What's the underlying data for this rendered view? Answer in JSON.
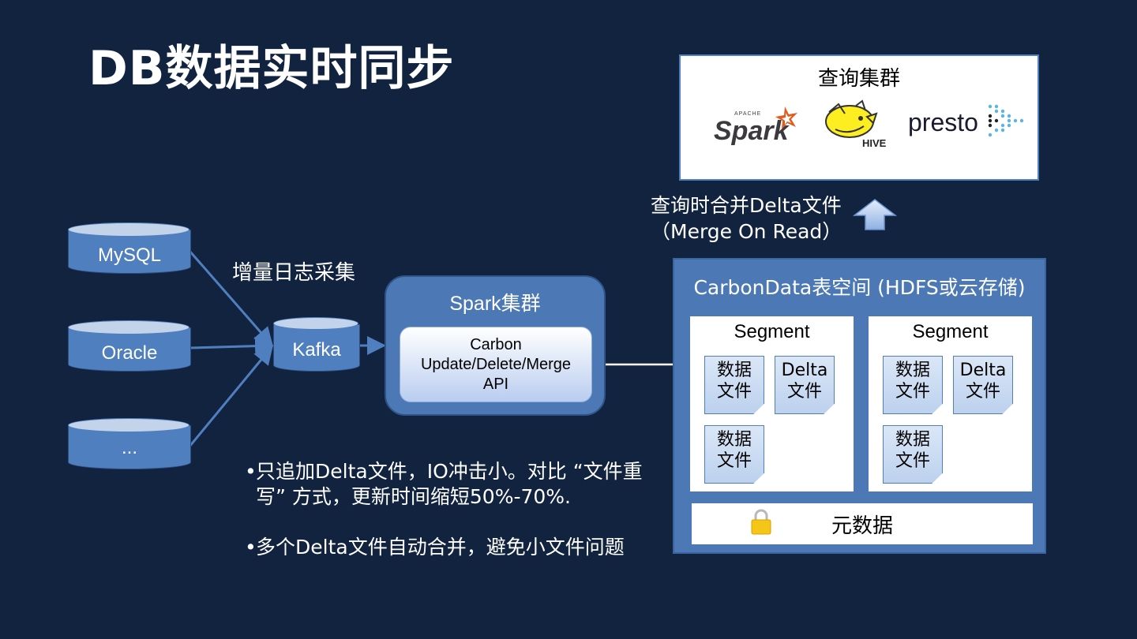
{
  "title": "DB数据实时同步",
  "sources": [
    "MySQL",
    "Oracle",
    "..."
  ],
  "ingest_label": "增量日志采集",
  "kafka": "Kafka",
  "spark_cluster": {
    "title": "Spark集群",
    "api_lines": [
      "Carbon",
      "Update/Delete/Merge",
      "API"
    ]
  },
  "query_cluster": {
    "title": "查询集群",
    "logos": [
      "spark-logo",
      "hive-logo",
      "presto-logo"
    ],
    "presto_text": "presto"
  },
  "merge_label": {
    "line1": "查询时合并Delta文件",
    "line2": "（Merge On Read）"
  },
  "carbon": {
    "title": "CarbonData表空间 (HDFS或云存储)",
    "segments": [
      {
        "label": "Segment",
        "files": [
          [
            "数据",
            "文件"
          ],
          [
            "Delta",
            "文件"
          ],
          [
            "数据",
            "文件"
          ]
        ]
      },
      {
        "label": "Segment",
        "files": [
          [
            "数据",
            "文件"
          ],
          [
            "Delta",
            "文件"
          ],
          [
            "数据",
            "文件"
          ]
        ]
      }
    ],
    "metadata": "元数据"
  },
  "bullets": [
    "只追加Delta文件，IO冲击小。对比 “文件重写” 方式，更新时间缩短50%-70%.",
    "多个Delta文件自动合并，避免小文件问题"
  ],
  "colors": {
    "background": "#12233f",
    "box_blue": "#4c79b5",
    "line_blue": "#4f7fbf"
  }
}
